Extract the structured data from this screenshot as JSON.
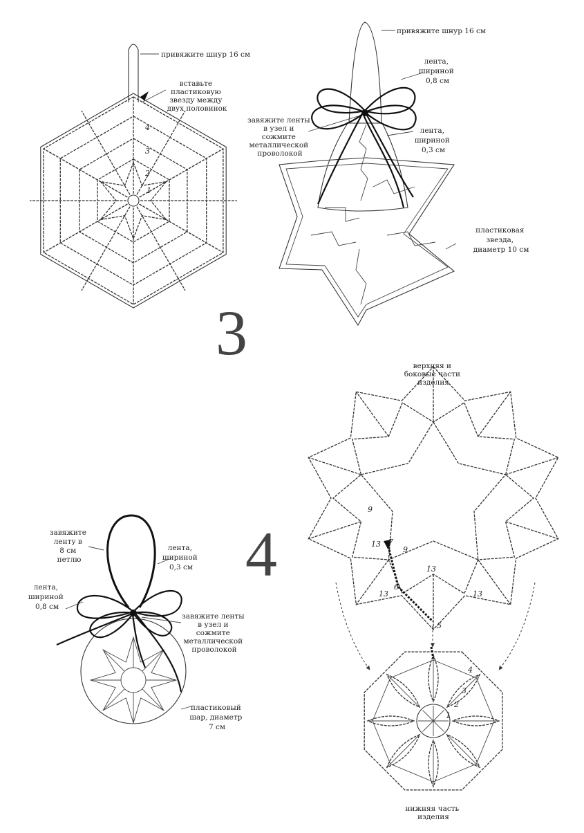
{
  "figure3": {
    "number": "3",
    "left_labels": {
      "cord": "привяжите шнур 16 см",
      "insert": [
        "вставьте",
        "пластиковую",
        "звезду между",
        "двух половинок"
      ]
    },
    "left_rounds": [
      "4",
      "3",
      "2",
      "1"
    ],
    "right_labels": {
      "cord": "привяжите шнур 16 см",
      "ribbon_wide": [
        "лента,",
        "шириной",
        "0,8 см"
      ],
      "tie": [
        "завяжите ленты",
        "в узел и",
        "сожмите",
        "металлической",
        "проволокой"
      ],
      "ribbon_narrow": [
        "лента,",
        "шириной",
        "0,3 см"
      ],
      "star": [
        "пластиковая",
        "звезда,",
        "диаметр 10 см"
      ]
    }
  },
  "figure4": {
    "number": "4",
    "ball_labels": {
      "loop": [
        "завяжите",
        "ленту в",
        "8 см",
        "петлю"
      ],
      "ribbon_narrow": [
        "лента,",
        "шириной",
        "0,3 см"
      ],
      "ribbon_wide": [
        "лента,",
        "шириной",
        "0,8 см"
      ],
      "tie": [
        "завяжите ленты",
        "в узел и",
        "сожмите",
        "металлической",
        "проволокой"
      ],
      "ball": [
        "пластиковый",
        "шар, диаметр",
        "7 см"
      ]
    },
    "top_part": [
      "верхняя и",
      "боковые части",
      "изделия"
    ],
    "bottom_part": [
      "нижняя часть",
      "изделия"
    ],
    "chain_counts": {
      "c9a": "9",
      "c13a": "13",
      "c9b": "9",
      "c13b": "13",
      "c13c": "13",
      "c13d": "13"
    },
    "round_marks": {
      "r7": "7",
      "r6": "6",
      "r5": "5",
      "b4": "4",
      "b3": "3",
      "b2": "2",
      "b1": "1"
    }
  }
}
